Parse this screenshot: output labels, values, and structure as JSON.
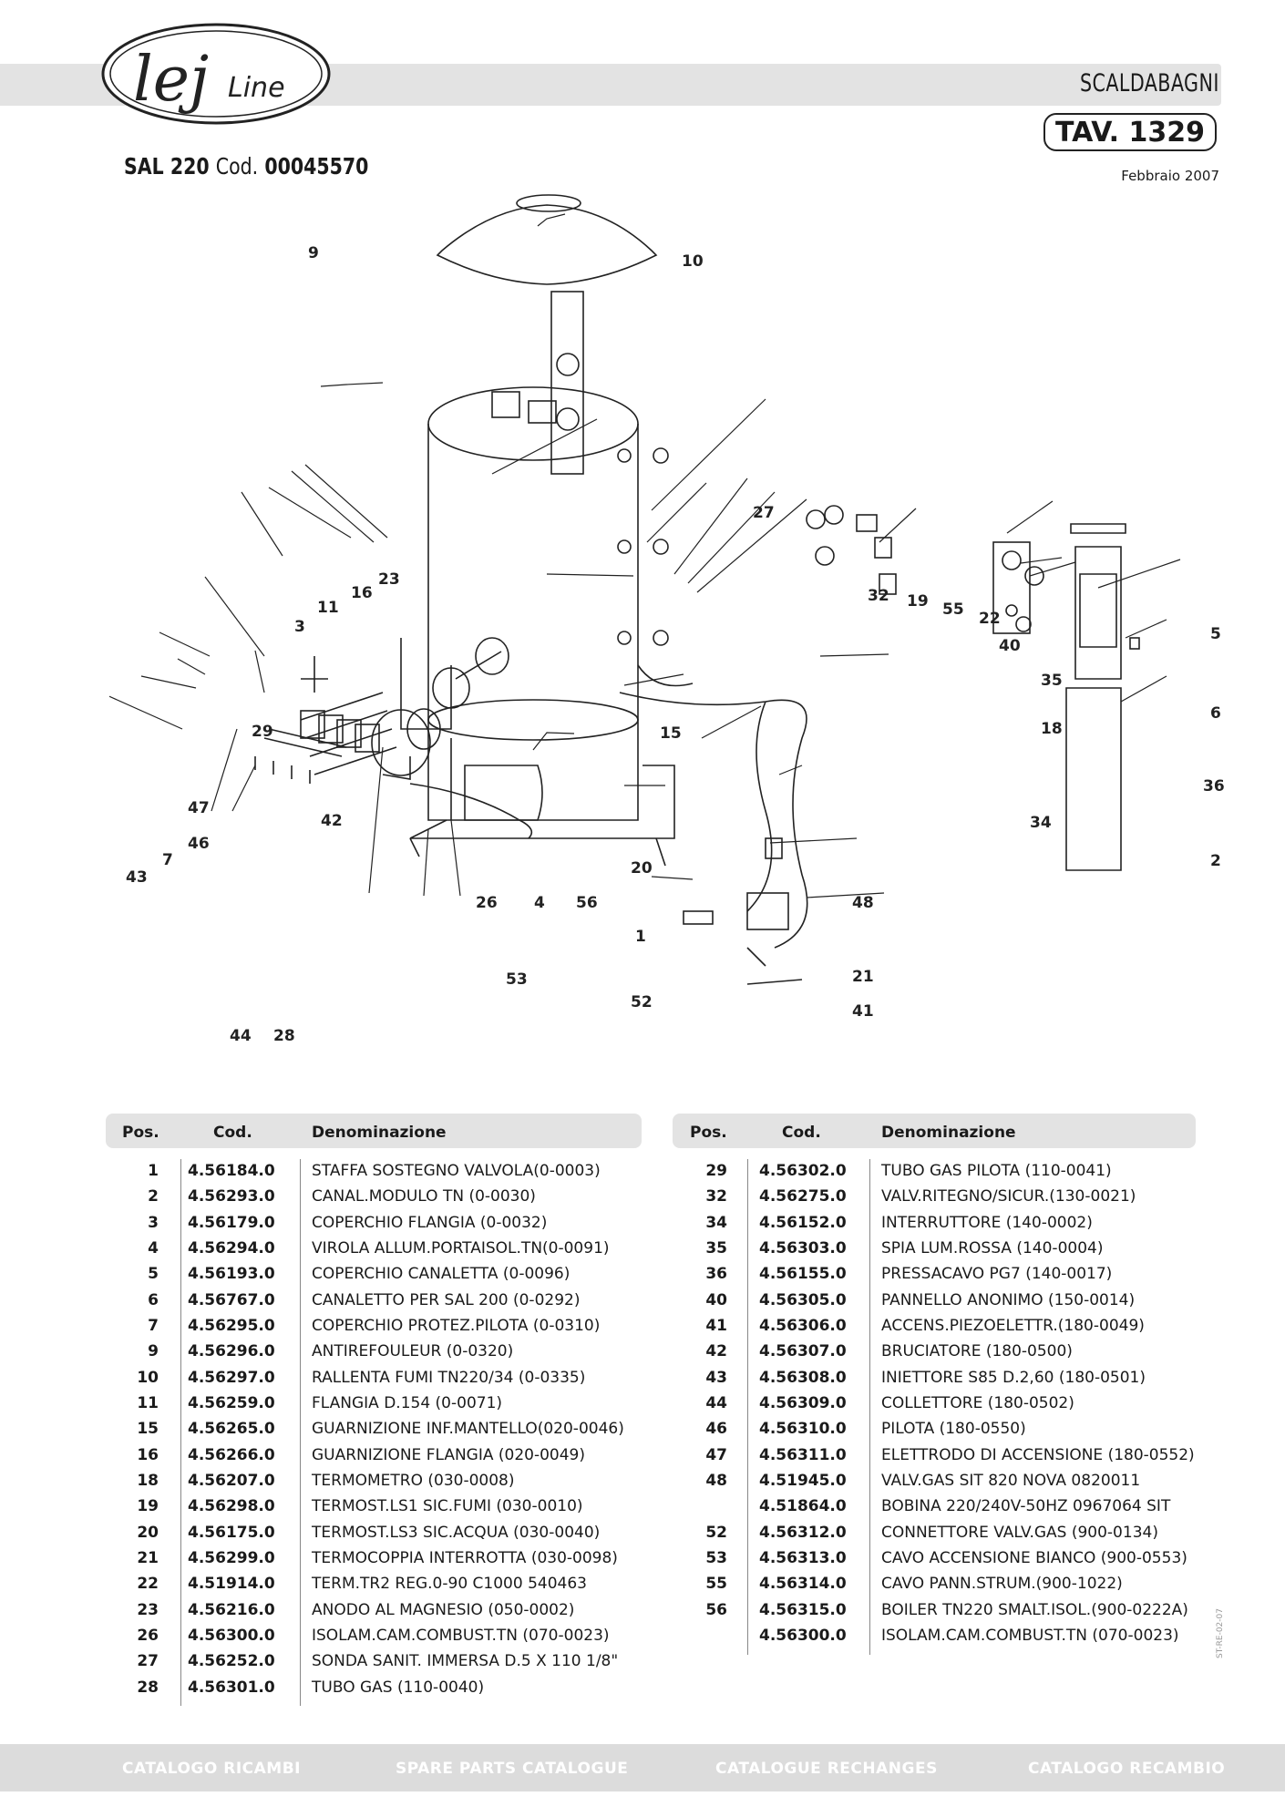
{
  "header": {
    "brand_main": "lej",
    "brand_sub": "Line",
    "catalog_title": "SCALDABAGNI",
    "table_number": "TAV. 1329",
    "date": "Febbraio 2007",
    "model": "SAL 220",
    "cod_label": "Cod.",
    "cod_value": "00045570"
  },
  "diagram": {
    "callouts": [
      "9",
      "10",
      "27",
      "23",
      "16",
      "11",
      "3",
      "29",
      "32",
      "19",
      "55",
      "22",
      "40",
      "5",
      "35",
      "18",
      "6",
      "36",
      "47",
      "46",
      "7",
      "43",
      "42",
      "15",
      "20",
      "48",
      "2",
      "34",
      "26",
      "4",
      "56",
      "1",
      "21",
      "52",
      "41",
      "53",
      "44",
      "28"
    ]
  },
  "table": {
    "headers": {
      "pos": "Pos.",
      "cod": "Cod.",
      "den": "Denominazione"
    },
    "left": [
      {
        "pos": "1",
        "cod": "4.56184.0",
        "den": "STAFFA SOSTEGNO VALVOLA(0-0003)"
      },
      {
        "pos": "2",
        "cod": "4.56293.0",
        "den": "CANAL.MODULO TN (0-0030)"
      },
      {
        "pos": "3",
        "cod": "4.56179.0",
        "den": "COPERCHIO FLANGIA (0-0032)"
      },
      {
        "pos": "4",
        "cod": "4.56294.0",
        "den": "VIROLA ALLUM.PORTAISOL.TN(0-0091)"
      },
      {
        "pos": "5",
        "cod": "4.56193.0",
        "den": "COPERCHIO CANALETTA (0-0096)"
      },
      {
        "pos": "6",
        "cod": "4.56767.0",
        "den": "CANALETTO PER SAL 200 (0-0292)"
      },
      {
        "pos": "7",
        "cod": "4.56295.0",
        "den": "COPERCHIO PROTEZ.PILOTA (0-0310)"
      },
      {
        "pos": "9",
        "cod": "4.56296.0",
        "den": "ANTIREFOULEUR (0-0320)"
      },
      {
        "pos": "10",
        "cod": "4.56297.0",
        "den": "RALLENTA FUMI TN220/34 (0-0335)"
      },
      {
        "pos": "11",
        "cod": "4.56259.0",
        "den": "FLANGIA D.154 (0-0071)"
      },
      {
        "pos": "15",
        "cod": "4.56265.0",
        "den": "GUARNIZIONE INF.MANTELLO(020-0046)"
      },
      {
        "pos": "16",
        "cod": "4.56266.0",
        "den": "GUARNIZIONE FLANGIA (020-0049)"
      },
      {
        "pos": "18",
        "cod": "4.56207.0",
        "den": "TERMOMETRO (030-0008)"
      },
      {
        "pos": "19",
        "cod": "4.56298.0",
        "den": "TERMOST.LS1 SIC.FUMI (030-0010)"
      },
      {
        "pos": "20",
        "cod": "4.56175.0",
        "den": "TERMOST.LS3 SIC.ACQUA (030-0040)"
      },
      {
        "pos": "21",
        "cod": "4.56299.0",
        "den": "TERMOCOPPIA INTERROTTA (030-0098)"
      },
      {
        "pos": "22",
        "cod": "4.51914.0",
        "den": "TERM.TR2 REG.0-90 C1000 540463"
      },
      {
        "pos": "23",
        "cod": "4.56216.0",
        "den": "ANODO AL MAGNESIO (050-0002)"
      },
      {
        "pos": "26",
        "cod": "4.56300.0",
        "den": "ISOLAM.CAM.COMBUST.TN (070-0023)"
      },
      {
        "pos": "27",
        "cod": "4.56252.0",
        "den": "SONDA SANIT. IMMERSA D.5 X 110 1/8\""
      },
      {
        "pos": "28",
        "cod": "4.56301.0",
        "den": "TUBO GAS (110-0040)"
      }
    ],
    "right": [
      {
        "pos": "29",
        "cod": "4.56302.0",
        "den": "TUBO GAS PILOTA (110-0041)"
      },
      {
        "pos": "32",
        "cod": "4.56275.0",
        "den": "VALV.RITEGNO/SICUR.(130-0021)"
      },
      {
        "pos": "34",
        "cod": "4.56152.0",
        "den": "INTERRUTTORE (140-0002)"
      },
      {
        "pos": "35",
        "cod": "4.56303.0",
        "den": "SPIA LUM.ROSSA (140-0004)"
      },
      {
        "pos": "36",
        "cod": "4.56155.0",
        "den": "PRESSACAVO PG7 (140-0017)"
      },
      {
        "pos": "40",
        "cod": "4.56305.0",
        "den": "PANNELLO ANONIMO (150-0014)"
      },
      {
        "pos": "41",
        "cod": "4.56306.0",
        "den": "ACCENS.PIEZOELETTR.(180-0049)"
      },
      {
        "pos": "42",
        "cod": "4.56307.0",
        "den": "BRUCIATORE (180-0500)"
      },
      {
        "pos": "43",
        "cod": "4.56308.0",
        "den": "INIETTORE S85 D.2,60 (180-0501)"
      },
      {
        "pos": "44",
        "cod": "4.56309.0",
        "den": "COLLETTORE (180-0502)"
      },
      {
        "pos": "46",
        "cod": "4.56310.0",
        "den": "PILOTA (180-0550)"
      },
      {
        "pos": "47",
        "cod": "4.56311.0",
        "den": "ELETTRODO DI ACCENSIONE (180-0552)"
      },
      {
        "pos": "48",
        "cod": "4.51945.0",
        "den": "VALV.GAS SIT 820 NOVA 0820011"
      },
      {
        "pos": "",
        "cod": "4.51864.0",
        "den": "BOBINA 220/240V-50HZ 0967064 SIT"
      },
      {
        "pos": "52",
        "cod": "4.56312.0",
        "den": "CONNETTORE VALV.GAS (900-0134)"
      },
      {
        "pos": "53",
        "cod": "4.56313.0",
        "den": "CAVO ACCENSIONE BIANCO (900-0553)"
      },
      {
        "pos": "55",
        "cod": "4.56314.0",
        "den": "CAVO PANN.STRUM.(900-1022)"
      },
      {
        "pos": "56",
        "cod": "4.56315.0",
        "den": "BOILER TN220 SMALT.ISOL.(900-0222A)"
      },
      {
        "pos": "",
        "cod": "4.56300.0",
        "den": "ISOLAM.CAM.COMBUST.TN (070-0023)"
      }
    ]
  },
  "side_code": "ST-RE-02-07",
  "footer": [
    "CATALOGO RICAMBI",
    "SPARE PARTS CATALOGUE",
    "CATALOGUE RECHANGES",
    "CATALOGO RECAMBIO"
  ]
}
